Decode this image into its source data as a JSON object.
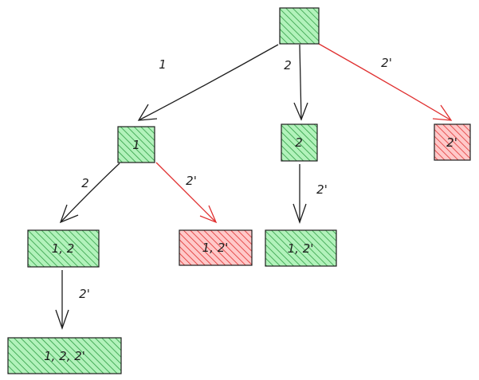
{
  "diagram": {
    "colors": {
      "line": "#1e1e1e",
      "accent_red": "#e03131",
      "green_fill": "#b2f2bb",
      "green_hatch": "#2f9e44",
      "red_fill": "#ffc9c9",
      "red_hatch": "#e03131"
    },
    "nodes": {
      "root": {
        "label": "",
        "color": "green"
      },
      "n1": {
        "label": "1",
        "color": "green"
      },
      "n2": {
        "label": "2",
        "color": "green"
      },
      "n2p": {
        "label": "2'",
        "color": "red"
      },
      "n12": {
        "label": "1, 2",
        "color": "green"
      },
      "n12p_a": {
        "label": "1, 2'",
        "color": "red"
      },
      "n12p_b": {
        "label": "1, 2'",
        "color": "green"
      },
      "n122p": {
        "label": "1, 2, 2'",
        "color": "green"
      }
    },
    "edges": {
      "root_n1": {
        "label": "1",
        "color": "black"
      },
      "root_n2": {
        "label": "2",
        "color": "black"
      },
      "root_n2p": {
        "label": "2'",
        "color": "red"
      },
      "n1_n12": {
        "label": "2",
        "color": "black"
      },
      "n1_n12p": {
        "label": "2'",
        "color": "red"
      },
      "n2_n12p": {
        "label": "2'",
        "color": "black"
      },
      "n12_n122p": {
        "label": "2'",
        "color": "black"
      }
    }
  }
}
